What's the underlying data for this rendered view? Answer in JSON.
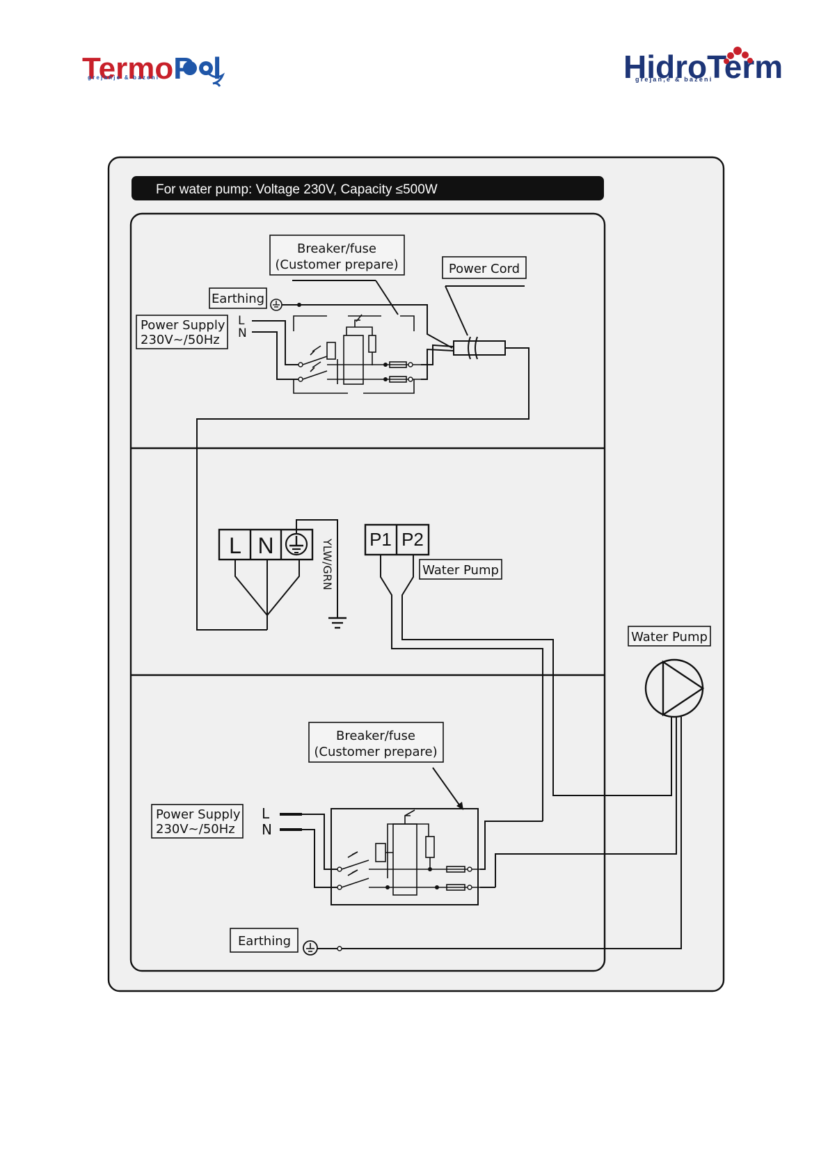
{
  "logos": {
    "left": {
      "name_a": "Termo",
      "name_b": "P",
      "name_c": "l",
      "tagline": "grejanje & bazeni"
    },
    "right": {
      "name_a": "Hidro",
      "name_b": "Term",
      "tagline": "grejan,e & bazeni"
    }
  },
  "header": {
    "title": "For water pump: Voltage 230V, Capacity ≤500W"
  },
  "top_section": {
    "breaker_line1": "Breaker/fuse",
    "breaker_line2": "(Customer prepare)",
    "power_cord": "Power Cord",
    "earthing": "Earthing",
    "supply_line1": "Power Supply",
    "supply_line2": "230V~/50Hz",
    "l": "L",
    "n": "N"
  },
  "middle_section": {
    "term_l": "L",
    "term_n": "N",
    "ylw_grn": "YLW/GRN",
    "p1": "P1",
    "p2": "P2",
    "water_pump": "Water Pump"
  },
  "right_side": {
    "water_pump": "Water Pump"
  },
  "bottom_section": {
    "breaker_line1": "Breaker/fuse",
    "breaker_line2": "(Customer prepare)",
    "supply_line1": "Power Supply",
    "supply_line2": "230V~/50Hz",
    "l": "L",
    "n": "N",
    "earthing": "Earthing"
  },
  "colors": {
    "termo_red": "#c8202a",
    "termo_blue": "#1f56a8",
    "hidro_navy": "#1d3577",
    "hidro_red": "#c8202a",
    "panel": "#f0f0f0"
  }
}
